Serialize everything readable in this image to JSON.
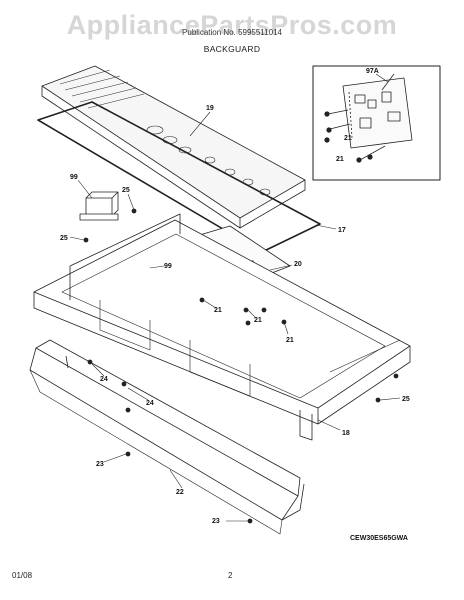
{
  "watermark": "AppliancePartsPros.com",
  "header": {
    "line": "Publication No. 5995511014",
    "section_title": "BACKGUARD"
  },
  "model_code": "CEW30ES65GWA",
  "footer": {
    "date": "01/08",
    "page_number": "2"
  },
  "callouts": {
    "c19": "19",
    "c17": "17",
    "c97a": "97A",
    "c21_inset_a": "21",
    "c21_inset_b": "21",
    "c99_left": "99",
    "c25_left": "25",
    "c25_left2": "25",
    "c99_right": "99",
    "c20": "20",
    "c21_a": "21",
    "c21_b": "21",
    "c21_c": "21",
    "c24_a": "24",
    "c24_b": "24",
    "c25_right": "25",
    "c18": "18",
    "c23_a": "23",
    "c22": "22",
    "c23_b": "23"
  }
}
